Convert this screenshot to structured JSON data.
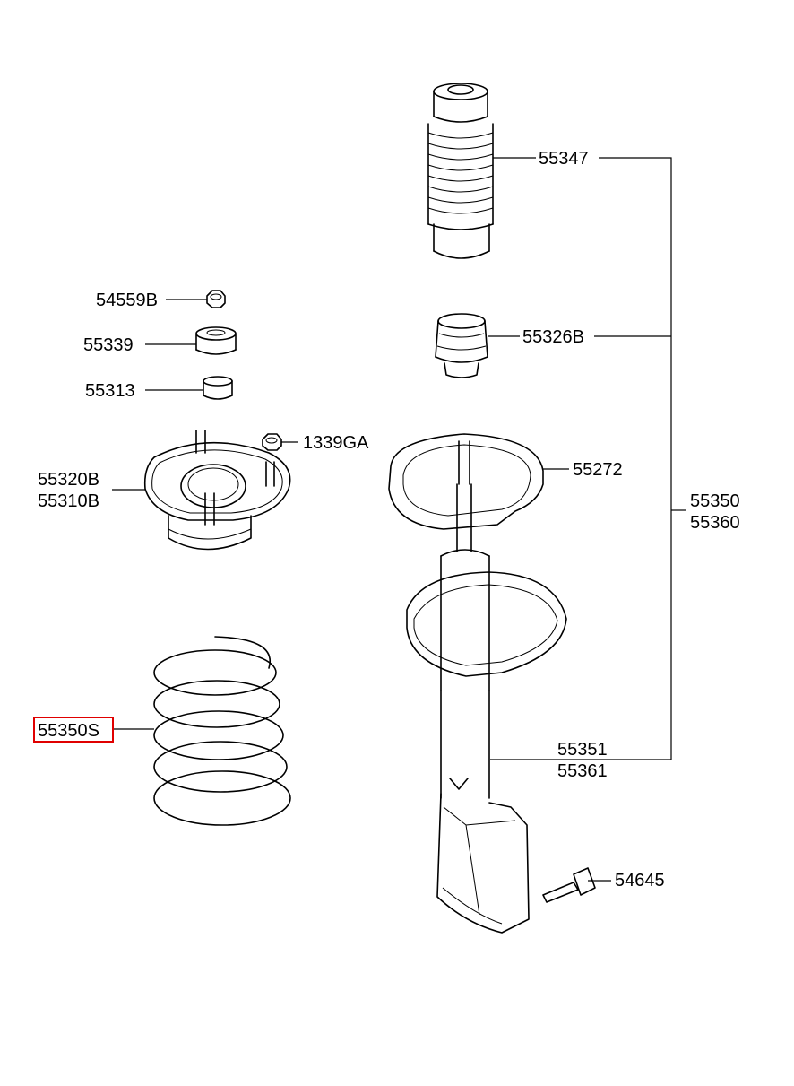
{
  "diagram": {
    "labels": {
      "p55347": "55347",
      "p54559B": "54559B",
      "p55339": "55339",
      "p55326B": "55326B",
      "p55313": "55313",
      "p1339GA": "1339GA",
      "p55272": "55272",
      "p55320B": "55320B",
      "p55310B": "55310B",
      "p55350": "55350",
      "p55360": "55360",
      "p55350S": "55350S",
      "p55351": "55351",
      "p55361": "55361",
      "p54645": "54645"
    },
    "highlighted_part": "55350S",
    "highlight_color": "#e00000"
  }
}
